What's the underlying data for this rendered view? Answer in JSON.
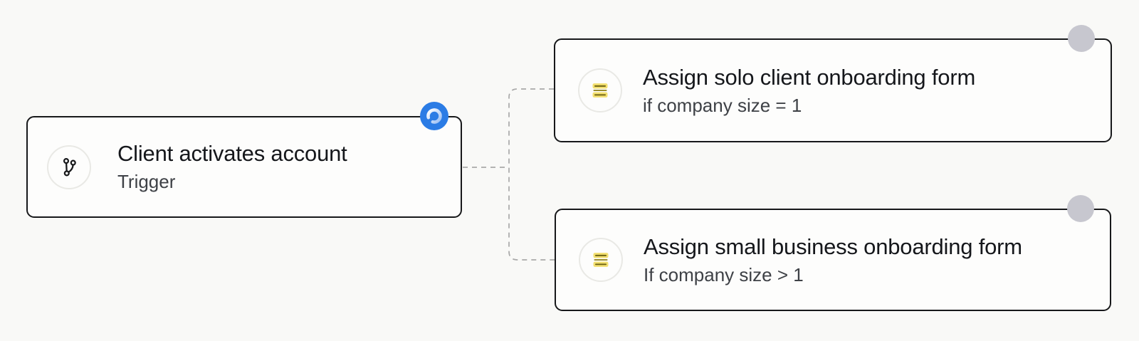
{
  "app": {
    "view": "workflow-automation-canvas"
  },
  "colors": {
    "canvas_background": "#f9f9f7",
    "card_background": "#fdfdfc",
    "card_border": "#17181a",
    "connector_gray": "#a9a9a9",
    "active_handle_blue": "#2b7ce5",
    "port_handle_gray": "#c7c7cf",
    "form_icon_yellow": "#f2df6f",
    "form_icon_line_olive": "#6f6514",
    "title_text": "#15171b",
    "subtitle_text": "#3e4146"
  },
  "nodes": {
    "trigger": {
      "title": "Client activates account",
      "subtitle": "Trigger",
      "icon": "git-branch-icon",
      "badge": "active-spinner-handle"
    },
    "branch_solo": {
      "title": "Assign solo client onboarding form",
      "subtitle": "if company size = 1",
      "icon": "form-fields-icon",
      "badge": "port-handle"
    },
    "branch_small_business": {
      "title": "Assign small business onboarding form",
      "subtitle": "If company size > 1",
      "icon": "form-fields-icon",
      "badge": "port-handle"
    }
  }
}
